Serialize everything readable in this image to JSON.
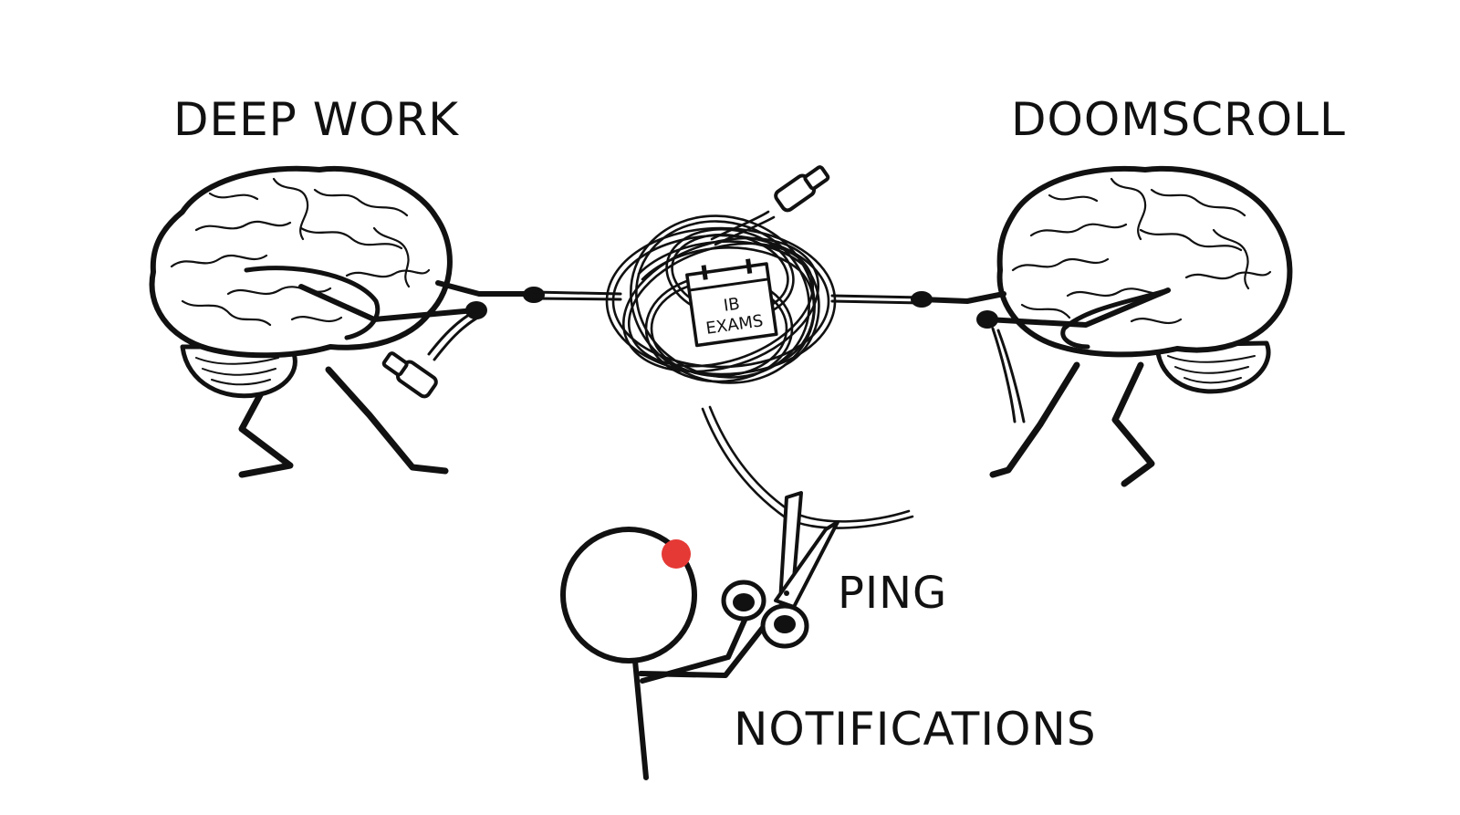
{
  "labels": {
    "left_brain": "DEEP WORK",
    "right_brain": "DOOMSCROLL",
    "cut_sound": "PING",
    "cutter": "NOTIFICATIONS"
  },
  "calendar": {
    "line1": "IB",
    "line2": "EXAMS"
  },
  "colors": {
    "ink": "#111111",
    "background": "#ffffff",
    "notification_dot": "#e53935"
  },
  "icons": [
    "brain-icon",
    "cable-knot-icon",
    "usb-c-plug-icon",
    "calendar-icon",
    "scissors-icon",
    "stick-figure-icon",
    "notification-dot-icon"
  ]
}
